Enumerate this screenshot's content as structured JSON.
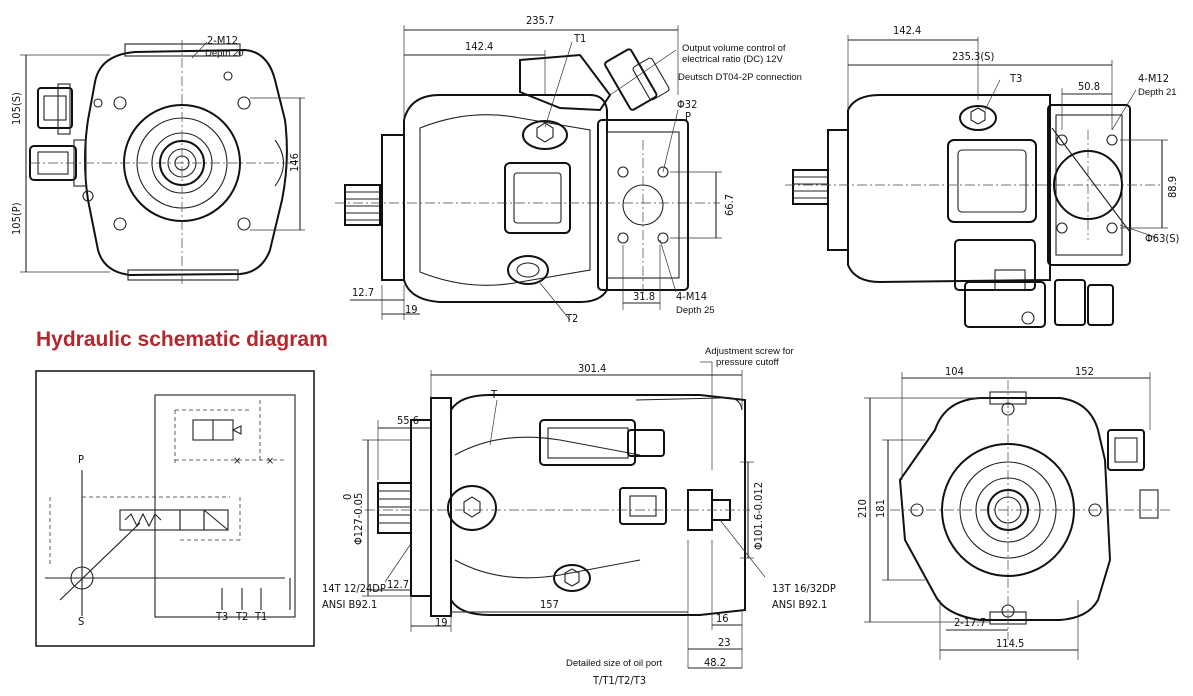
{
  "schematic": {
    "title": "Hydraulic schematic diagram",
    "port_labels": [
      "P",
      "S",
      "T3",
      "T2",
      "T1"
    ]
  },
  "views": {
    "front": {
      "thread": "2-M12",
      "depth": "Depth 20",
      "dim_105s": "105(S)",
      "dim_105p": "105(P)",
      "dim_146": "146"
    },
    "side_a": {
      "dim_235_7": "235.7",
      "dim_142_4": "142.4",
      "t1": "T1",
      "control_note_1": "Output volume control of",
      "control_note_2": "electrical ratio (DC) 12V",
      "connector_note": "Deutsch DT04-2P connection",
      "phi32": "Φ32",
      "p": "P",
      "dim_66_7": "66.7",
      "dim_12_7": "12.7",
      "dim_19": "19",
      "dim_31_8": "31.8",
      "thread": "4-M14",
      "depth": "Depth 25",
      "t2": "T2"
    },
    "side_b": {
      "dim_142_4": "142.4",
      "dim_235_3": "235.3(S)",
      "t3": "T3",
      "dim_50_8": "50.8",
      "thread": "4-M12",
      "depth": "Depth 21",
      "dim_88_9": "88.9",
      "phi63": "Φ63(S)"
    },
    "top": {
      "adjust_note_1": "Adjustment screw for",
      "adjust_note_2": "pressure cutoff",
      "dim_301_4": "301.4",
      "t": "T",
      "dim_55_6": "55.6",
      "dim_phi127": "Φ127-0.05",
      "dim_zero": "0",
      "dim_phi101_6": "Φ101.6-0.012",
      "spline_left_1": "14T 12/24DP",
      "spline_left_2": "ANSI B92.1",
      "spline_right_1": "13T 16/32DP",
      "spline_right_2": "ANSI B92.1",
      "dim_12_7": "12.7",
      "dim_19": "19",
      "dim_157": "157",
      "dim_16": "16",
      "dim_23": "23",
      "dim_48_2": "48.2",
      "port_note": "Detailed size of oil port",
      "port_list": "T/T1/T2/T3"
    },
    "rear": {
      "dim_104": "104",
      "dim_152": "152",
      "dim_210": "210",
      "dim_181": "181",
      "dim_17_7": "2-17.7",
      "dim_114_5": "114.5"
    }
  }
}
